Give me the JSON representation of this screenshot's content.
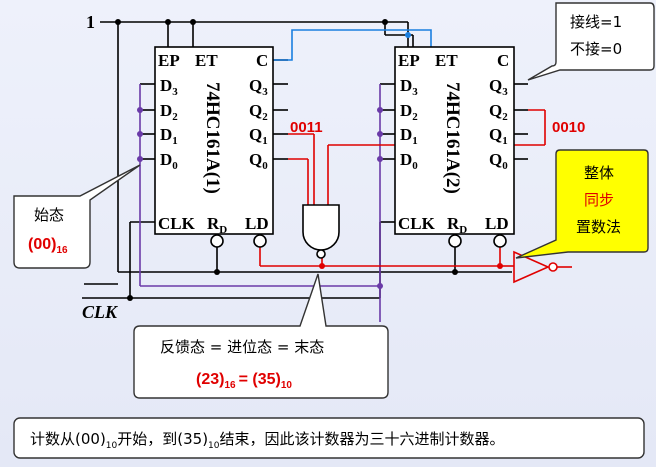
{
  "labels": {
    "input_one": "1",
    "clk": "CLK",
    "chip1_name": "74HC161A(1)",
    "chip2_name": "74HC161A(2)",
    "q_value_1": "0011",
    "q_value_2": "0010"
  },
  "pins": {
    "ep": "EP",
    "et": "ET",
    "c": "C",
    "d3": "D",
    "d2": "D",
    "d1": "D",
    "d0": "D",
    "d3_sub": "3",
    "d2_sub": "2",
    "d1_sub": "1",
    "d0_sub": "0",
    "q3": "Q",
    "q2": "Q",
    "q1": "Q",
    "q0": "Q",
    "q3_sub": "3",
    "q2_sub": "2",
    "q1_sub": "1",
    "q0_sub": "0",
    "clk": "CLK",
    "rd": "R",
    "rd_sub": "D",
    "ld": "LD"
  },
  "callouts": {
    "wiring_line1": "接线=1",
    "wiring_line2": "不接=0",
    "initial_title": "始态",
    "initial_value": "(00)",
    "initial_sub": "16",
    "method_line1": "整体",
    "method_line2": "同步",
    "method_line3": "置数法",
    "feedback_title": "反馈态 = 进位态 = 末态",
    "feedback_a": "(23)",
    "feedback_a_sub": "16",
    "feedback_eq": "= (35)",
    "feedback_b_sub": "10"
  },
  "footer": {
    "part1": "计数从(00)",
    "sub1": "10",
    "part2": "开始，到(35)",
    "sub2": "10",
    "part3": "结束，因此该计数器为三十六进制计数器。"
  }
}
